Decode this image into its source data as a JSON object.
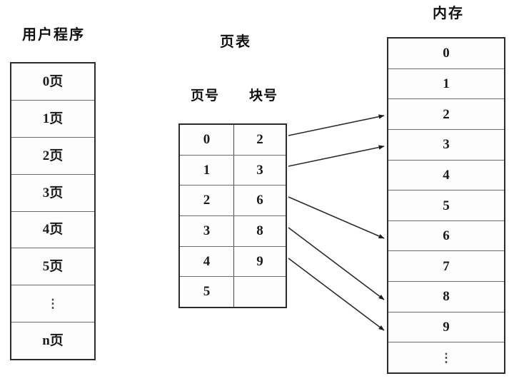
{
  "diagram": {
    "titles": {
      "user_program": "用户程序",
      "page_table": "页表",
      "memory": "内存"
    },
    "page_table_headers": {
      "page_no": "页号",
      "block_no": "块号"
    },
    "user_program": {
      "name": "user-program-block-list",
      "cells": [
        "0页",
        "1页",
        "2页",
        "3页",
        "4页",
        "5页",
        "⋮",
        "n页"
      ]
    },
    "page_table": {
      "name": "page-table",
      "rows": [
        {
          "page_no": "0",
          "block_no": "2"
        },
        {
          "page_no": "1",
          "block_no": "3"
        },
        {
          "page_no": "2",
          "block_no": "6"
        },
        {
          "page_no": "3",
          "block_no": "8"
        },
        {
          "page_no": "4",
          "block_no": "9"
        },
        {
          "page_no": "5",
          "block_no": ""
        }
      ]
    },
    "memory": {
      "name": "memory-block-list",
      "cells": [
        "0",
        "1",
        "2",
        "3",
        "4",
        "5",
        "6",
        "7",
        "8",
        "9",
        "⋮"
      ]
    },
    "mappings": [
      {
        "from_page": "0",
        "to_block": "2"
      },
      {
        "from_page": "1",
        "to_block": "3"
      },
      {
        "from_page": "2",
        "to_block": "6"
      },
      {
        "from_page": "3",
        "to_block": "8"
      },
      {
        "from_page": "4",
        "to_block": "9"
      }
    ],
    "colors": {
      "stroke": "#2b2b2b",
      "inner_rule": "#6b6b6b",
      "background": "#ffffff",
      "text": "#1a1a1a"
    }
  }
}
